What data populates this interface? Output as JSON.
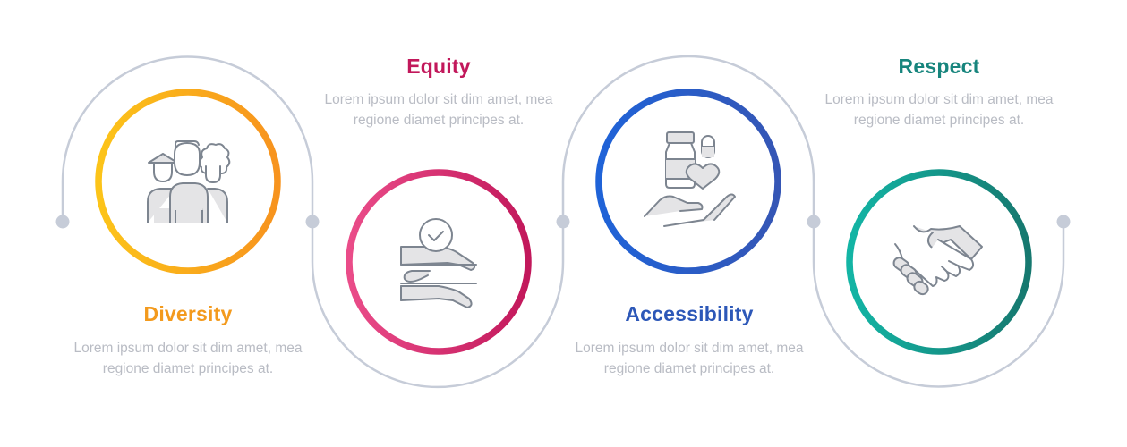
{
  "path": {
    "color": "#c6ccd8",
    "dot_color": "#c6ccd8"
  },
  "steps": [
    {
      "id": "diversity",
      "title": "Diversity",
      "description": "Lorem ipsum dolor sit dim amet, mea regione diamet principes at.",
      "icon": "people-group-icon",
      "color": "#f39a1d",
      "gradient": [
        "#fcc419",
        "#f7931e"
      ],
      "text_position": "below"
    },
    {
      "id": "equity",
      "title": "Equity",
      "description": "Lorem ipsum dolor sit dim amet, mea regione diamet principes at.",
      "icon": "hands-checkmark-icon",
      "color": "#c2185b",
      "gradient": [
        "#ea4c89",
        "#c2185b"
      ],
      "text_position": "above"
    },
    {
      "id": "accessibility",
      "title": "Accessibility",
      "description": "Lorem ipsum dolor sit dim amet, mea regione diamet principes at.",
      "icon": "medicine-hand-heart-icon",
      "color": "#2d58b8",
      "gradient": [
        "#1f63d8",
        "#3556b5"
      ],
      "text_position": "below"
    },
    {
      "id": "respect",
      "title": "Respect",
      "description": "Lorem ipsum dolor sit dim amet, mea regione diamet principes at.",
      "icon": "handshake-icon",
      "color": "#17857d",
      "gradient": [
        "#13b5a5",
        "#16786f"
      ],
      "text_position": "above"
    }
  ]
}
